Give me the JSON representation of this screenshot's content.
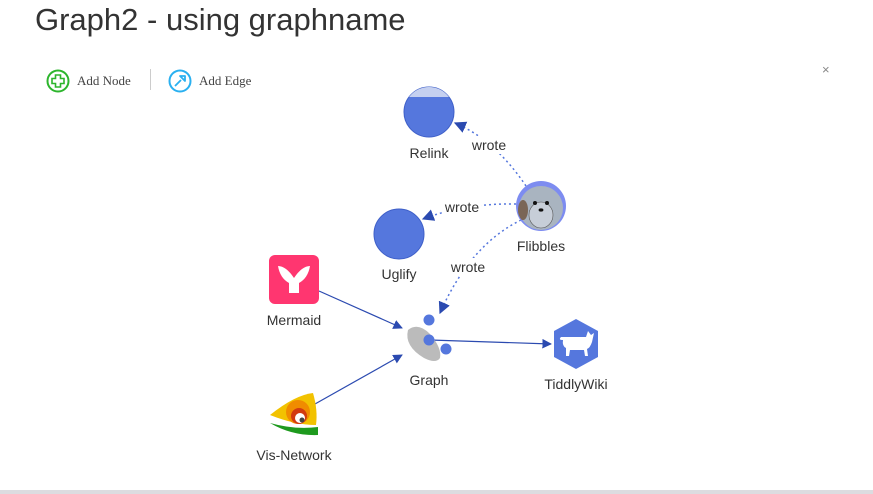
{
  "page_title": "Graph2 - using graphname",
  "toolbar": {
    "add_node": "Add Node",
    "add_edge": "Add Edge",
    "close": "×"
  },
  "colors": {
    "node": "#5577dd",
    "edge": "#2b4ab0",
    "add_node": "#2db52d",
    "add_edge": "#2ab0f0"
  },
  "graph": {
    "nodes": {
      "relink": "Relink",
      "flibbles": "Flibbles",
      "uglify": "Uglify",
      "mermaid": "Mermaid",
      "graph": "Graph",
      "tiddlywiki": "TiddlyWiki",
      "visnetwork": "Vis-Network"
    },
    "edge_labels": {
      "flibbles_relink": "wrote",
      "flibbles_uglify": "wrote",
      "flibbles_graph": "wrote"
    }
  }
}
